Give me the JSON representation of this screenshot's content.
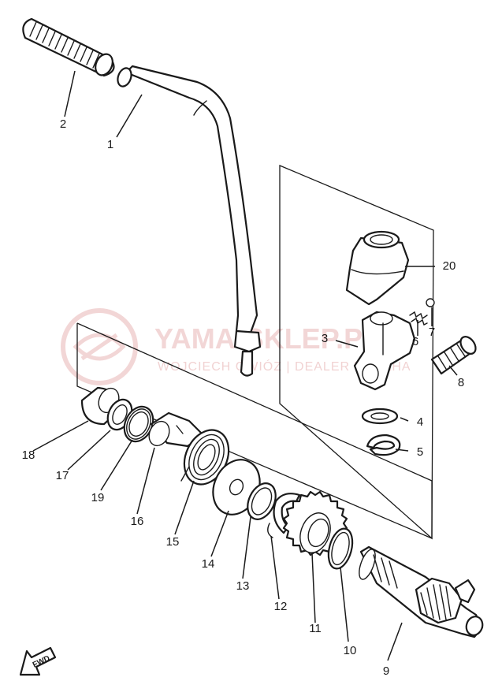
{
  "watermark": {
    "title": "YAMA-SKLEP.PL",
    "subtitle": "WOJCIECH GWIÓZ | DEALER YAMAHA",
    "color": "#e8b5b5"
  },
  "fwd_label": "FWD",
  "callouts": {
    "p1": "1",
    "p2": "2",
    "p3": "3",
    "p4": "4",
    "p5": "5",
    "p6": "6",
    "p7": "7",
    "p8": "8",
    "p9": "9",
    "p10": "10",
    "p11": "11",
    "p12": "12",
    "p13": "13",
    "p14": "14",
    "p15": "15",
    "p16": "16",
    "p17": "17",
    "p18": "18",
    "p19": "19",
    "p20": "20"
  }
}
